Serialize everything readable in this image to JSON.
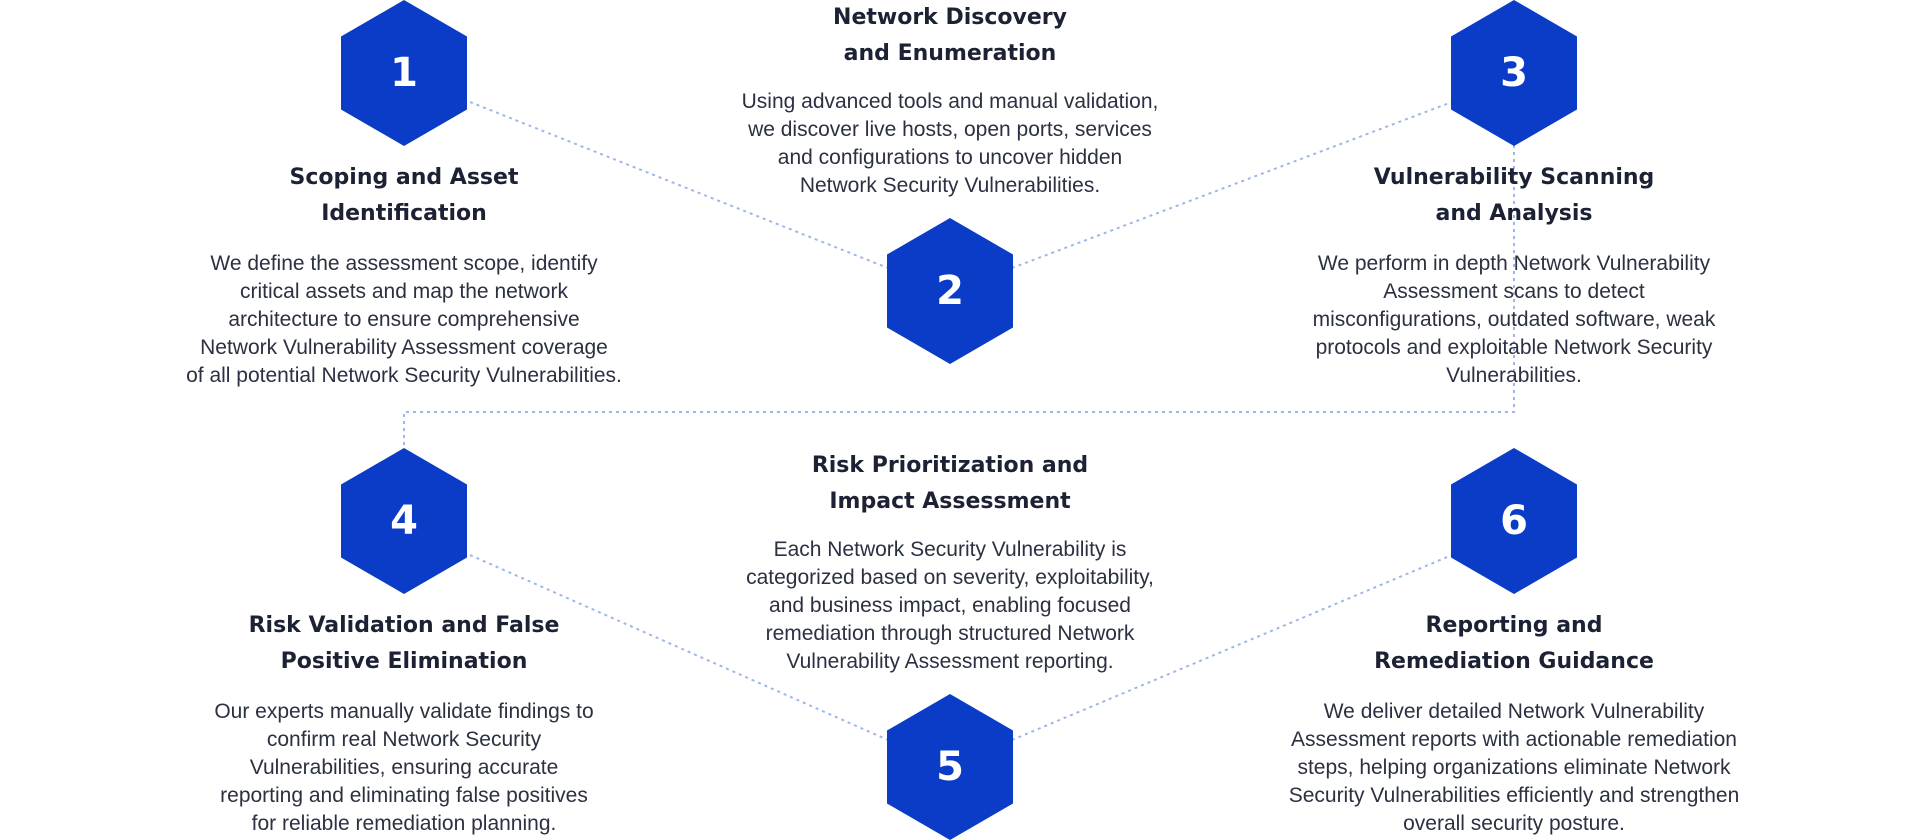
{
  "colors": {
    "hexagon_fill": "#0a3cc7",
    "connector_line": "#9fb7e6",
    "title_text": "#1c2233",
    "body_text": "#2b3140"
  },
  "steps": [
    {
      "number": "1",
      "title": "Scoping and Asset\nIdentification",
      "description": "We define the assessment scope, identify\ncritical assets and map the network\narchitecture to ensure comprehensive\nNetwork Vulnerability Assessment coverage\nof all potential Network Security Vulnerabilities."
    },
    {
      "number": "2",
      "title": "Network Discovery\nand Enumeration",
      "description": "Using advanced tools and manual validation,\nwe discover live hosts, open ports, services\nand configurations to uncover hidden\nNetwork Security Vulnerabilities."
    },
    {
      "number": "3",
      "title": "Vulnerability Scanning\nand Analysis",
      "description": "We perform in depth Network Vulnerability\nAssessment scans to detect\nmisconfigurations, outdated software, weak\nprotocols and exploitable Network Security\nVulnerabilities."
    },
    {
      "number": "4",
      "title": "Risk Validation and False\nPositive Elimination",
      "description": "Our experts manually validate findings to\nconfirm real Network Security\nVulnerabilities, ensuring accurate\nreporting and eliminating false positives\nfor reliable remediation planning."
    },
    {
      "number": "5",
      "title": "Risk Prioritization and\nImpact Assessment",
      "description": "Each Network Security Vulnerability is\ncategorized based on severity, exploitability,\nand business impact, enabling focused\nremediation through structured Network\nVulnerability Assessment reporting."
    },
    {
      "number": "6",
      "title": "Reporting and\nRemediation Guidance",
      "description": "We deliver detailed Network Vulnerability\nAssessment reports with actionable remediation\nsteps, helping organizations eliminate Network\nSecurity Vulnerabilities efficiently and strengthen\noverall security posture."
    }
  ]
}
